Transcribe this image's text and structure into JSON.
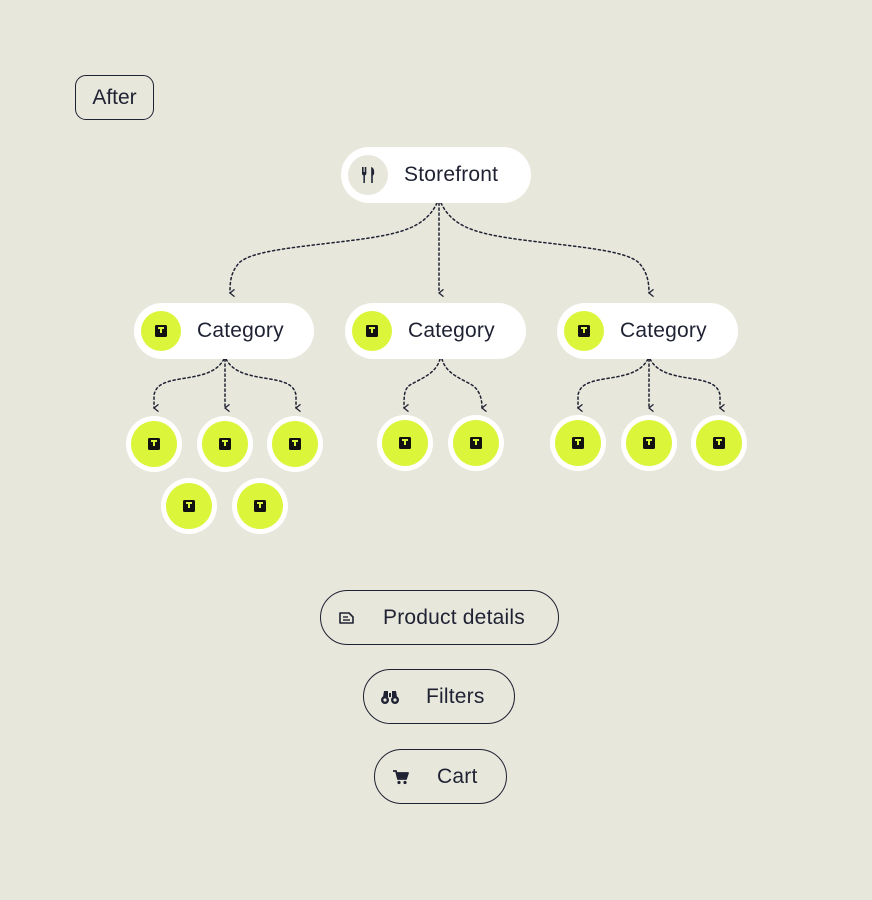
{
  "tag": {
    "label": "After"
  },
  "root": {
    "label": "Storefront",
    "icon": "fork-knife-icon"
  },
  "categories": [
    {
      "label": "Category",
      "icon": "book-icon",
      "product_count": 5
    },
    {
      "label": "Category",
      "icon": "book-icon",
      "product_count": 2
    },
    {
      "label": "Category",
      "icon": "book-icon",
      "product_count": 3
    }
  ],
  "product_icon": "book-icon",
  "features": [
    {
      "label": "Product details",
      "icon": "document-icon"
    },
    {
      "label": "Filters",
      "icon": "binoculars-icon"
    },
    {
      "label": "Cart",
      "icon": "shopping-cart-icon"
    }
  ],
  "colors": {
    "background": "#e8e7dc",
    "accent": "#dbf53a",
    "ink": "#1f2233",
    "node": "#ffffff"
  }
}
